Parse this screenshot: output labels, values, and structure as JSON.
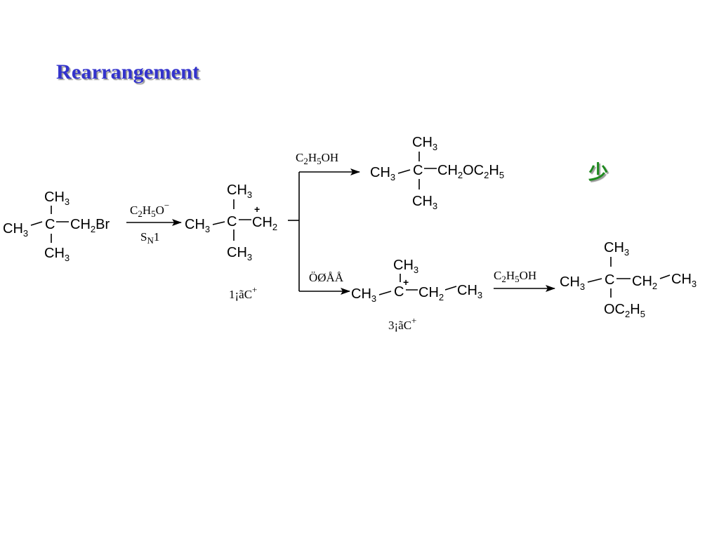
{
  "title": "Rearrangement",
  "note": "少",
  "reactant": {
    "top": "CH3",
    "left": "CH3",
    "center": "C",
    "right": "CH2Br",
    "bottom": "CH3"
  },
  "step1": {
    "reagent": "C2H5O−",
    "condition": "SN1"
  },
  "primary_cation": {
    "top": "CH3",
    "left": "CH3",
    "center": "C",
    "right": "CH2",
    "bottom": "CH3",
    "charge": "+",
    "label": "1¡ãC+"
  },
  "upper_path": {
    "reagent": "C2H5OH",
    "product": {
      "top": "CH3",
      "left": "CH3",
      "center": "C",
      "right": "CH2OC2H5",
      "bottom": "CH3"
    }
  },
  "lower_path": {
    "reagent": "ÖØÅÅ",
    "tertiary_cation": {
      "top": "CH3",
      "left": "CH3",
      "center": "C",
      "right1": "CH2",
      "right2": "CH3",
      "charge": "+",
      "label": "3¡ãC+"
    },
    "reagent2": "C2H5OH",
    "product": {
      "top": "CH3",
      "left": "CH3",
      "center": "C",
      "right1": "CH2",
      "right2": "CH3",
      "bottom": "OC2H5"
    }
  }
}
